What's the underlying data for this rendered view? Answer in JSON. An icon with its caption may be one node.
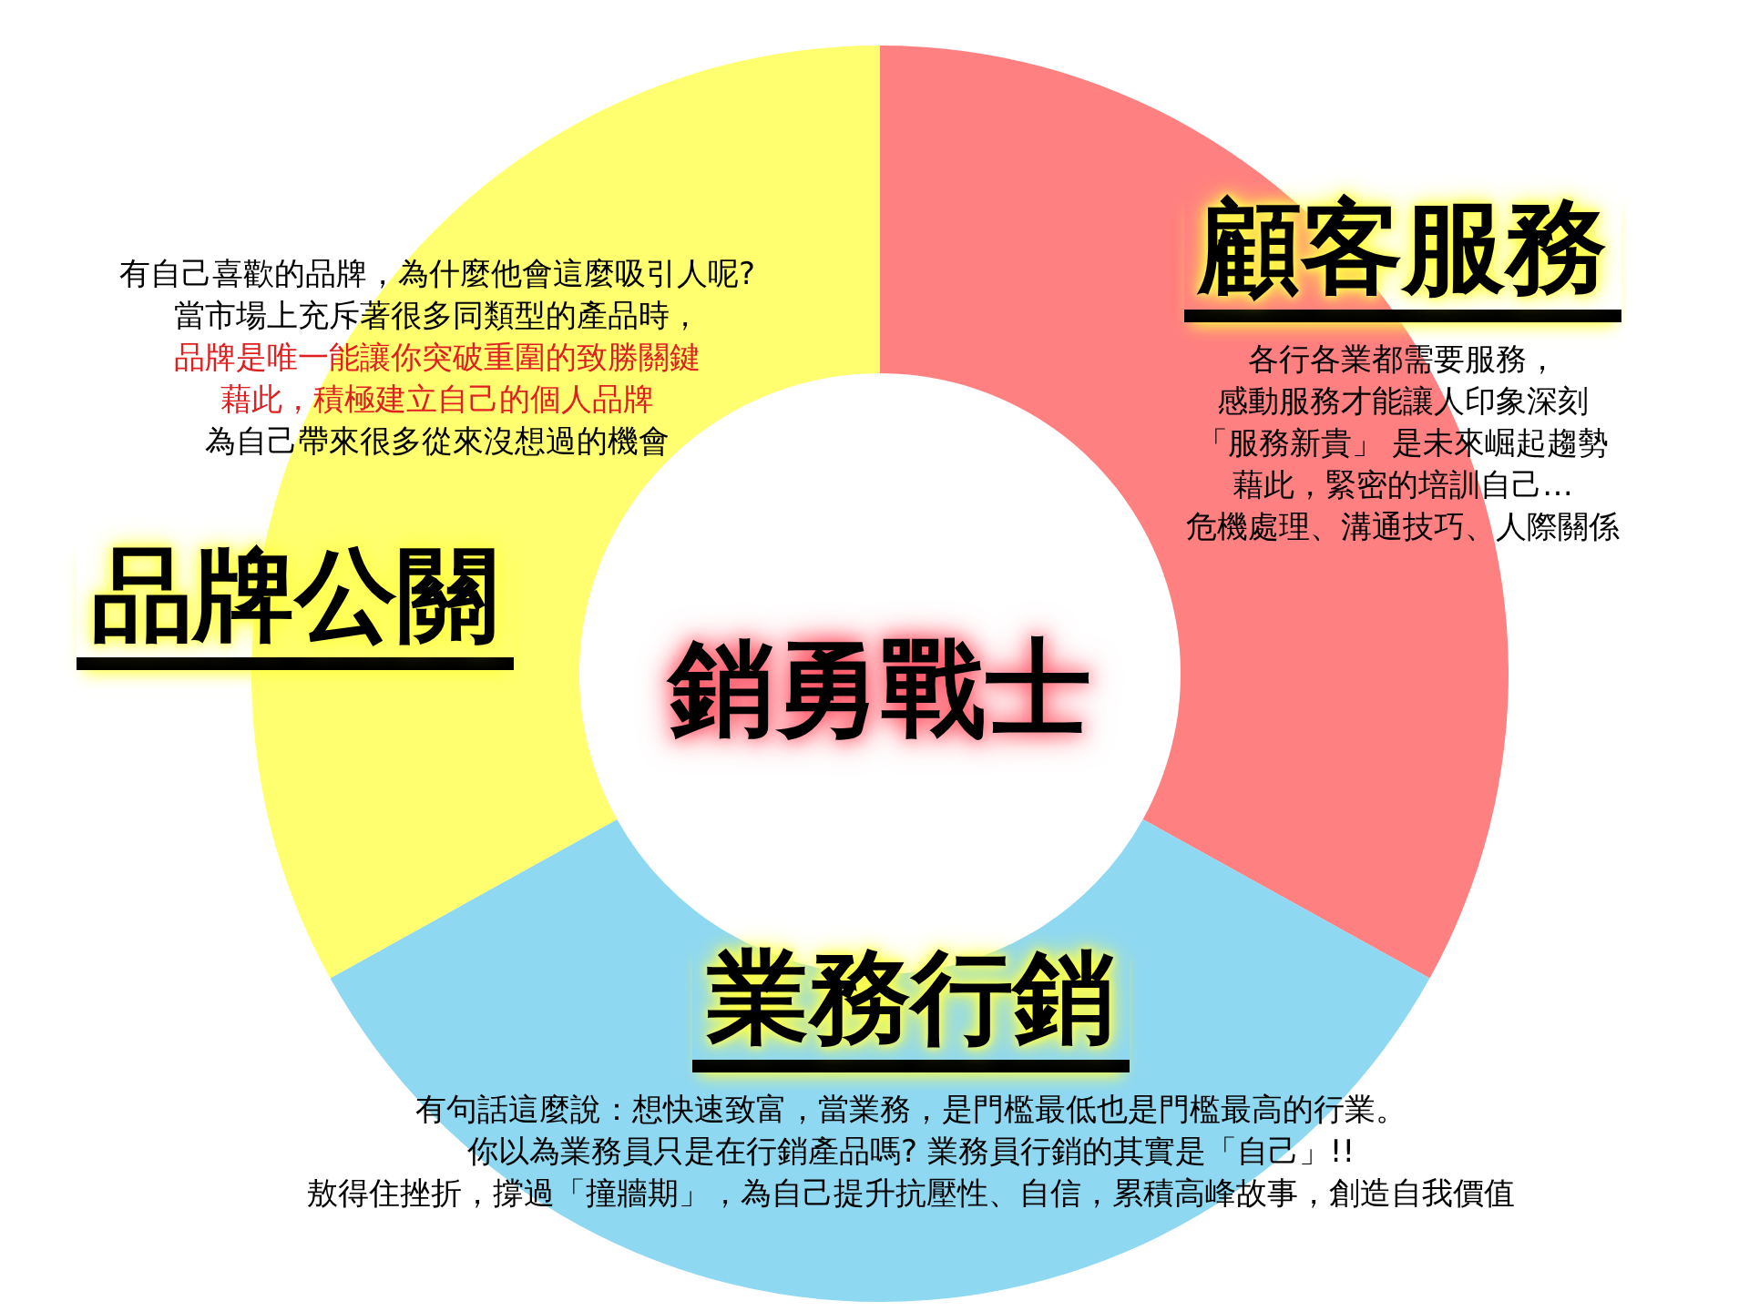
{
  "diagram": {
    "nodes": [
      {
        "text": [
          "銷勇戰士"
        ]
      },
      {
        "text": [
          "顧客服務",
          "各行各業都需要服務，",
          "感動服務才能讓人印象深刻",
          "「服務新貴」 是未來崛起趨勢",
          "藉此，緊密的培訓自己…",
          "危機處理、溝通技巧、人際關係"
        ]
      },
      {
        "text": [
          "有自己喜歡的品牌，為什麼他會這麼吸引人呢?",
          "當市場上充斥著很多同類型的產品時，",
          "品牌是唯一能讓你突破重圍的致勝關鍵",
          "藉此，積極建立自己的個人品牌",
          "為自己帶來很多從來沒想過的機會",
          "品牌公關"
        ]
      },
      {
        "text": [
          "業務行銷",
          "有句話這麼說：想快速致富，當業務，是門檻最低也是門檻最高的行業。",
          "你以為業務員只是在行銷產品嗎? 業務員行銷的其實是「自己」!!",
          "敖得住挫折，撐過「撞牆期」，為自己提升抗壓性、自信，累積高峰故事，創造自我價值"
        ]
      }
    ]
  }
}
